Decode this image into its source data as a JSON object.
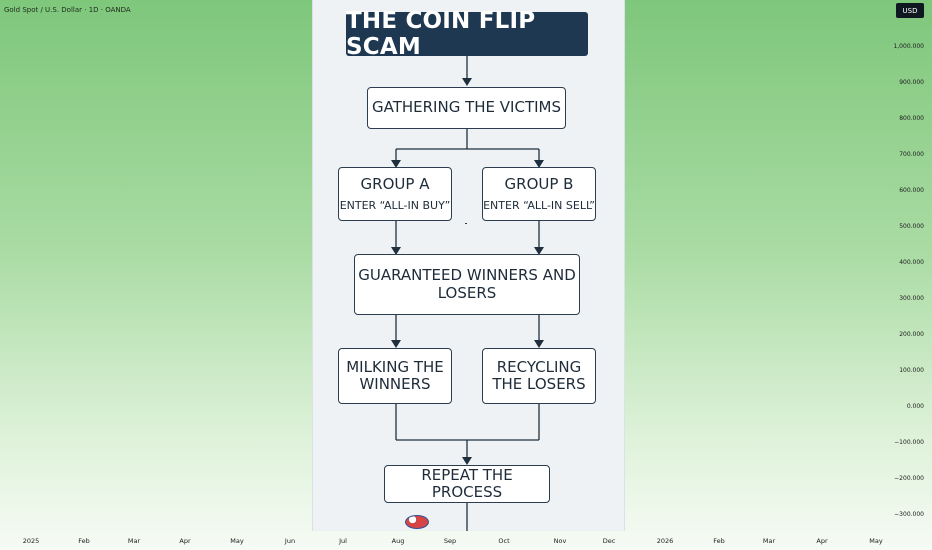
{
  "app": {
    "symbol_title": "Gold Spot / U.S. Dollar · 1D · OANDA",
    "currency": "USD"
  },
  "y_axis": [
    "1,000.000",
    "900.000",
    "800.000",
    "700.000",
    "600.000",
    "500.000",
    "400.000",
    "300.000",
    "200.000",
    "100.000",
    "0.000",
    "−100.000",
    "−200.000",
    "−300.000"
  ],
  "x_axis": [
    "2025",
    "Feb",
    "Mar",
    "Apr",
    "May",
    "Jun",
    "Jul",
    "Aug",
    "Sep",
    "Oct",
    "Nov",
    "Dec",
    "2026",
    "Feb",
    "Mar",
    "Apr",
    "May"
  ],
  "flow": {
    "title": "THE COIN FLIP SCAM",
    "gathering": "GATHERING THE VICTIMS",
    "group_a_title": "GROUP A",
    "group_a_sub": "ENTER “ALL-IN BUY”",
    "group_b_title": "GROUP B",
    "group_b_sub": "ENTER “ALL-IN SELL”",
    "guaranteed_line1": "GUARANTEED WINNERS AND",
    "guaranteed_line2": "LOSERS",
    "milking_line1": "MILKING THE",
    "milking_line2": "WINNERS",
    "recycling_line1": "RECYCLING",
    "recycling_line2": "THE LOSERS",
    "repeat": "REPEAT THE PROCESS"
  },
  "colors": {
    "title_bg": "#1f3851",
    "box_border": "#2c3d4f",
    "panel_bg": "#eef2f5"
  },
  "icons": {
    "currency_badge": "usd-badge",
    "flag": "us-flag-icon"
  }
}
